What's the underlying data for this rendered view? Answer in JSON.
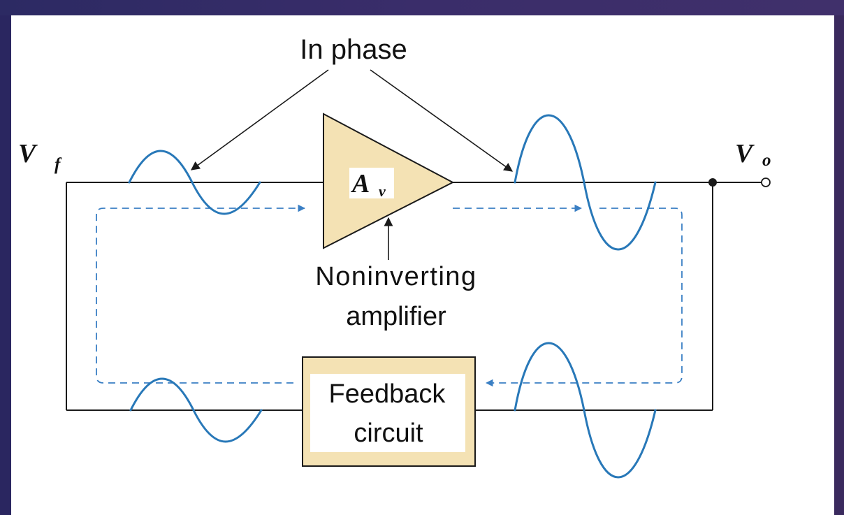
{
  "labels": {
    "in_phase": "In phase",
    "vf_symbol": "V",
    "vf_subscript": "f",
    "vo_symbol": "V",
    "vo_subscript": "o",
    "gain_symbol": "A",
    "gain_subscript": "v",
    "amplifier_line1": "Noninverting",
    "amplifier_line2": "amplifier",
    "feedback_line1": "Feedback",
    "feedback_line2": "circuit"
  },
  "colors": {
    "wire": "#1a1a1a",
    "signal": "#2878b8",
    "flow": "#3a7fc4",
    "block_fill": "#f4e2b4",
    "frame": "#2b2556"
  }
}
